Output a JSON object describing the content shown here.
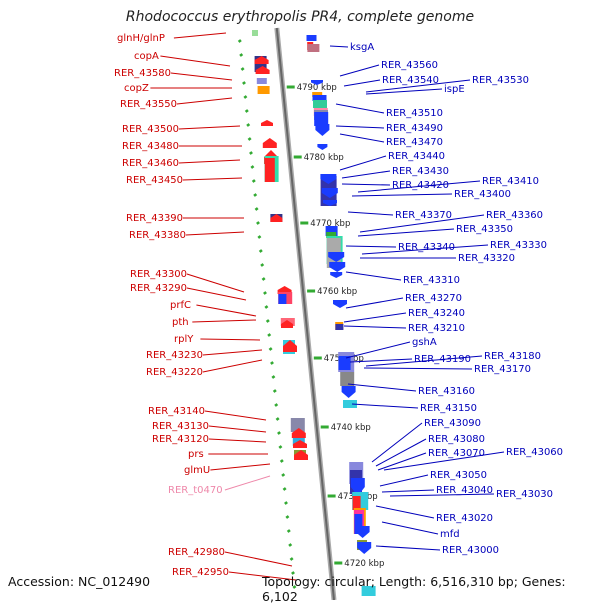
{
  "title": "Rhodococcus erythropolis PR4, complete genome",
  "accession": "Accession: NC_012490",
  "topology": "Topology: circular; Length: 6,516,310 bp; Genes: 6,102",
  "colors": {
    "left_label": "#cc0000",
    "right_label": "#0000bb",
    "rna_label": "#ee88aa",
    "backbone": "#888888",
    "tick": "#33aa33"
  },
  "kbp_labels": [
    "4790 kbp",
    "4780 kbp",
    "4770 kbp",
    "4760 kbp",
    "4750 kbp",
    "4740 kbp",
    "4730 kbp",
    "4720 kbp"
  ],
  "left_labels": [
    "glnH/glnP",
    "copA",
    "RER_43580",
    "copZ",
    "RER_43550",
    "RER_43500",
    "RER_43480",
    "RER_43460",
    "RER_43450",
    "RER_43390",
    "RER_43380",
    "RER_43300",
    "RER_43290",
    "prfC",
    "pth",
    "rplY",
    "RER_43230",
    "RER_43220",
    "RER_43140",
    "RER_43130",
    "RER_43120",
    "prs",
    "glmU",
    "RER_t0470",
    "RER_42980",
    "RER_42950"
  ],
  "right_labels": [
    "ksgA",
    "RER_43560",
    "RER_43540",
    "RER_43530",
    "ispE",
    "RER_43510",
    "RER_43490",
    "RER_43470",
    "RER_43440",
    "RER_43430",
    "RER_43420",
    "RER_43410",
    "RER_43400",
    "RER_43370",
    "RER_43360",
    "RER_43350",
    "RER_43340",
    "RER_43330",
    "RER_43320",
    "RER_43310",
    "RER_43270",
    "RER_43240",
    "RER_43210",
    "gshA",
    "RER_43190",
    "RER_43180",
    "RER_43170",
    "RER_43160",
    "RER_43150",
    "RER_43090",
    "RER_43080",
    "RER_43070",
    "RER_43060",
    "RER_43050",
    "RER_43040",
    "RER_43030",
    "RER_43020",
    "mfd",
    "RER_43000"
  ]
}
